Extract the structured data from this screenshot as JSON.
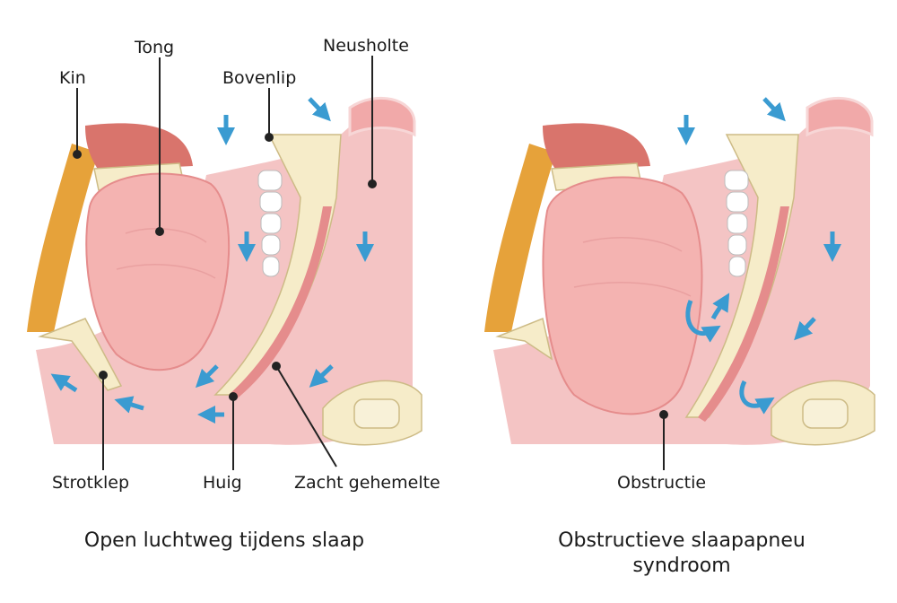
{
  "left_panel": {
    "labels": {
      "kin": "Kin",
      "tong": "Tong",
      "bovenlip": "Bovenlip",
      "neusholte": "Neusholte",
      "strotklep": "Strotklep",
      "huig": "Huig",
      "zacht_gehemelte": "Zacht gehemelte"
    },
    "caption": "Open luchtweg tijdens slaap"
  },
  "right_panel": {
    "labels": {
      "obstructie": "Obstructie"
    },
    "caption_line1": "Obstructieve slaapapneu",
    "caption_line2": "syndroom"
  },
  "colors": {
    "tissue": "#f2b6b6",
    "tissue_dark": "#e58c8c",
    "tongue": "#f4b3b1",
    "bone": "#f6ecc9",
    "fat": "#e6a23a",
    "teeth": "#ffffff",
    "arrow": "#3a9bd1"
  }
}
